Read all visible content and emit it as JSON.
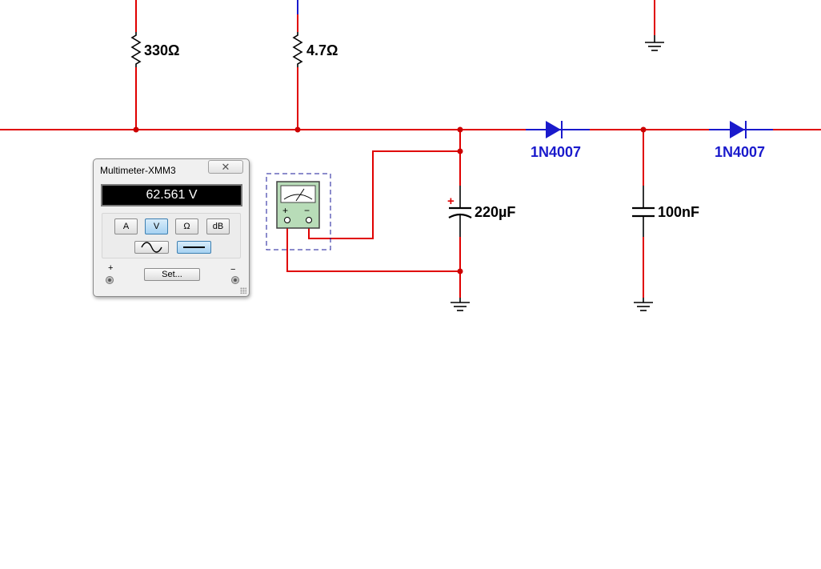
{
  "schematic": {
    "resistors": [
      {
        "id": "r1",
        "label": "330Ω"
      },
      {
        "id": "r2",
        "label": "4.7Ω"
      }
    ],
    "capacitors": [
      {
        "id": "c1",
        "label": "220µF",
        "polarity_mark": "+"
      },
      {
        "id": "c2",
        "label": "100nF"
      }
    ],
    "diodes": [
      {
        "id": "d1",
        "label": "1N4007"
      },
      {
        "id": "d2",
        "label": "1N4007"
      }
    ],
    "meter_symbol": {
      "plus": "+",
      "minus": "−"
    },
    "colors": {
      "wire": "#e00000",
      "component": "#000000",
      "diode": "#1a1acc",
      "junction": "#cc0000",
      "meter_body": "#b8dcb8",
      "selection_box": "#1a1a99"
    }
  },
  "multimeter": {
    "title": "Multimeter-XMM3",
    "close_icon": "✕",
    "reading": "62.561 V",
    "mode_buttons": [
      {
        "label": "A",
        "active": false
      },
      {
        "label": "V",
        "active": true
      },
      {
        "label": "Ω",
        "active": false
      },
      {
        "label": "dB",
        "active": false
      }
    ],
    "signal_buttons": [
      {
        "name": "ac",
        "icon": "sine-wave-icon",
        "active": false
      },
      {
        "name": "dc",
        "icon": "dc-line-icon",
        "active": true
      }
    ],
    "set_label": "Set...",
    "plus_label": "+",
    "minus_label": "−"
  }
}
